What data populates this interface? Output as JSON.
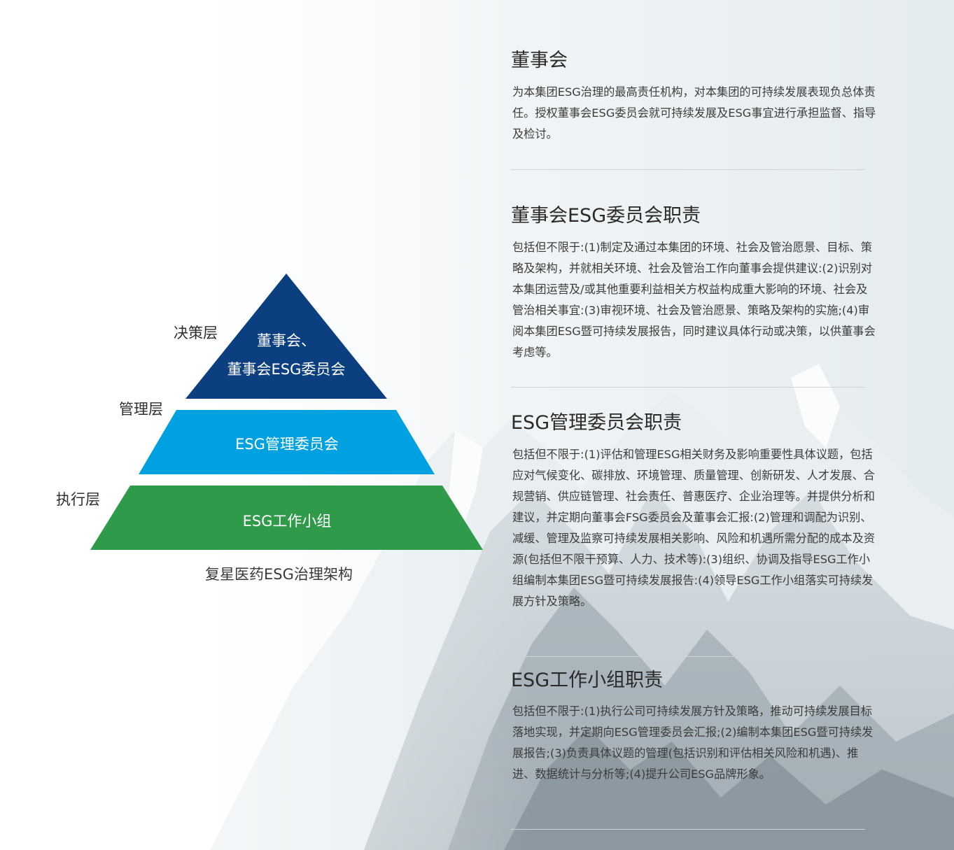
{
  "colors": {
    "decision": "#0b3f80",
    "management": "#00a1e0",
    "execution": "#2f9a4a"
  },
  "pyramid": {
    "layer_labels": {
      "decision": "决策层",
      "management": "管理层",
      "execution": "执行层"
    },
    "tiers": {
      "decision": {
        "line1": "董事会、",
        "line2": "董事会ESG委员会"
      },
      "management": "ESG管理委员会",
      "execution": "ESG工作小组"
    },
    "caption": "复星医药ESG治理架构"
  },
  "sections": [
    {
      "title": "董事会",
      "body": "为本集团ESG治理的最高责任机构，对本集团的可持续发展表现负总体责任。授权董事会ESG委员会就可持续发展及ESG事宜进行承担监督、指导及检讨。"
    },
    {
      "title": "董事会ESG委员会职责",
      "body": "包括但不限于:(1)制定及通过本集团的环境、社会及管治愿景、目标、策略及架构，并就相关环境、社会及管治工作向董事会提供建议:(2)识别对本集团运营及/或其他重要利益相关方权益构成重大影响的环境、社会及管治相关事宜:(3)审视环境、社会及管治愿景、策略及架构的实施;(4)审阅本集团ESG暨可持续发展报告，同时建议具体行动或决策，以供董事会考虑等。"
    },
    {
      "title": "ESG管理委员会职责",
      "body": "包括但不限于:(1)评估和管理ESG相关财务及影响重要性具体议题，包括应对气候变化、碳排放、环境管理、质量管理、创新研发、人才发展、合规营销、供应链管理、社会责任、普惠医疗、企业治理等。并提供分析和建议，并定期向董事会FSG委员会及董事会汇报:(2)管理和调配为识别、减缓、管理及监察可持续发展相关影响、风险和机遇所需分配的成本及资源(包括但不限干预算、人力、技术等):(3)组织、协调及指导ESG工作小组编制本集团ESG暨可持续发展报告:(4)领导ESG工作小组落实可持续发展方针及策略。"
    },
    {
      "title": "ESG工作小组职责",
      "body": "包括但不限于:(1)执行公司可持续发展方针及策略，推动可持续发展目标落地实现，并定期向ESG管理委员会汇报;(2)编制本集团ESG暨可持续发展报告;(3)负责具体议题的管理(包括识别和评估相关风险和机遇)、推进、数据统计与分析等;(4)提升公司ESG品牌形象。"
    }
  ]
}
